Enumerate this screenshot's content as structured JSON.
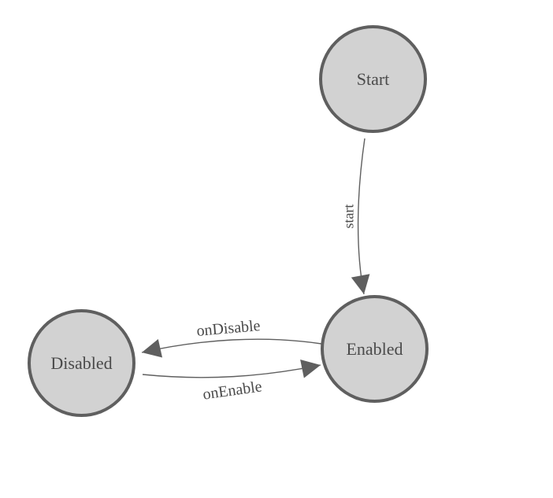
{
  "diagram": {
    "nodes": [
      {
        "id": "start",
        "label": "Start"
      },
      {
        "id": "enabled",
        "label": "Enabled"
      },
      {
        "id": "disabled",
        "label": "Disabled"
      }
    ],
    "edges": [
      {
        "from": "start",
        "to": "enabled",
        "label": "start"
      },
      {
        "from": "enabled",
        "to": "disabled",
        "label": "onDisable"
      },
      {
        "from": "disabled",
        "to": "enabled",
        "label": "onEnable"
      }
    ],
    "colors": {
      "background": "#ffffff",
      "node_fill": "#d2d2d2",
      "node_stroke": "#5f5f5f",
      "label_color": "#4a4a4a",
      "edge_color": "#5f5f5f"
    }
  }
}
